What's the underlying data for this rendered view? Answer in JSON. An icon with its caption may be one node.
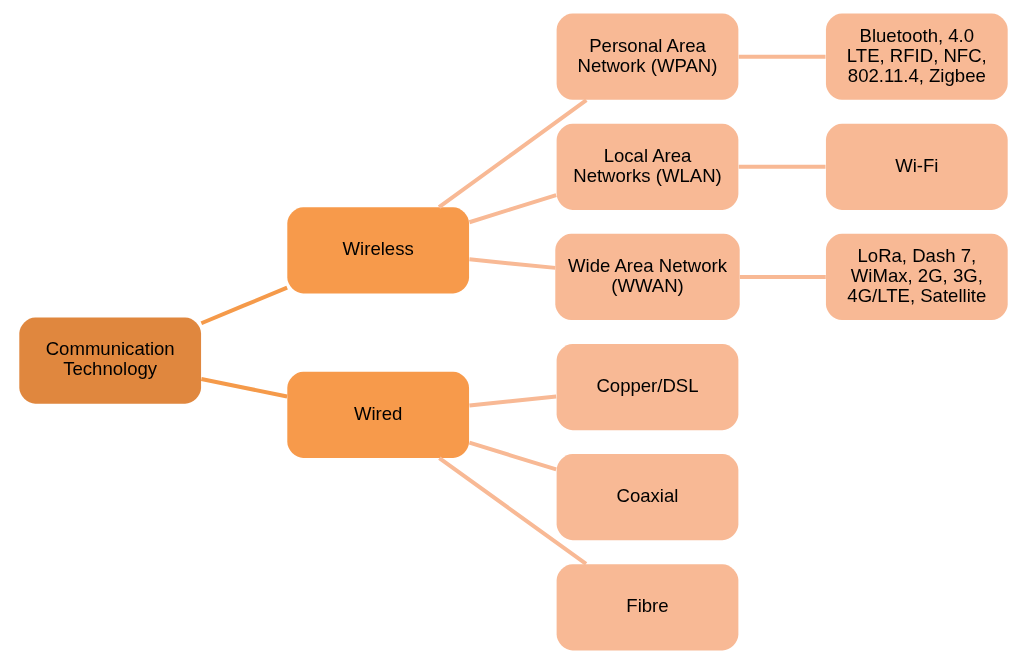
{
  "diagram": {
    "nodes": [
      {
        "text": [
          "Communication Technology"
        ]
      },
      {
        "text": [
          "Wireless"
        ]
      },
      {
        "text": [
          "Wired"
        ]
      },
      {
        "text": [
          "Personal Area Network (WPAN)"
        ]
      },
      {
        "text": [
          "Local Area Networks (WLAN)"
        ]
      },
      {
        "text": [
          "Wide Area Network (WWAN)"
        ]
      },
      {
        "text": [
          "Copper/DSL"
        ]
      },
      {
        "text": [
          "Coaxial"
        ]
      },
      {
        "text": [
          "Fibre"
        ]
      },
      {
        "text": [
          "Bluetooth, 4.0 LTE, RFID, NFC, 802.11.4, Zigbee"
        ]
      },
      {
        "text": [
          "Wi-Fi"
        ]
      },
      {
        "text": [
          "LoRa, Dash 7, WiMax, 2G, 3G, 4G/LTE, Satellite"
        ]
      }
    ],
    "edges": [
      {
        "from": 0,
        "to": 1,
        "arrow": "none",
        "color": "#f59a4a"
      },
      {
        "from": 0,
        "to": 2,
        "arrow": "none",
        "color": "#f59a4a"
      },
      {
        "from": 1,
        "to": 3,
        "arrow": "none"
      },
      {
        "from": 1,
        "to": 4,
        "arrow": "none"
      },
      {
        "from": 1,
        "to": 5,
        "arrow": "none"
      },
      {
        "from": 2,
        "to": 6,
        "arrow": "none"
      },
      {
        "from": 2,
        "to": 7,
        "arrow": "none"
      },
      {
        "from": 2,
        "to": 8,
        "arrow": "none"
      },
      {
        "from": 3,
        "to": 9,
        "arrow": "none"
      },
      {
        "from": 4,
        "to": 10,
        "arrow": "none"
      },
      {
        "from": 5,
        "to": 11,
        "arrow": "none"
      }
    ]
  }
}
